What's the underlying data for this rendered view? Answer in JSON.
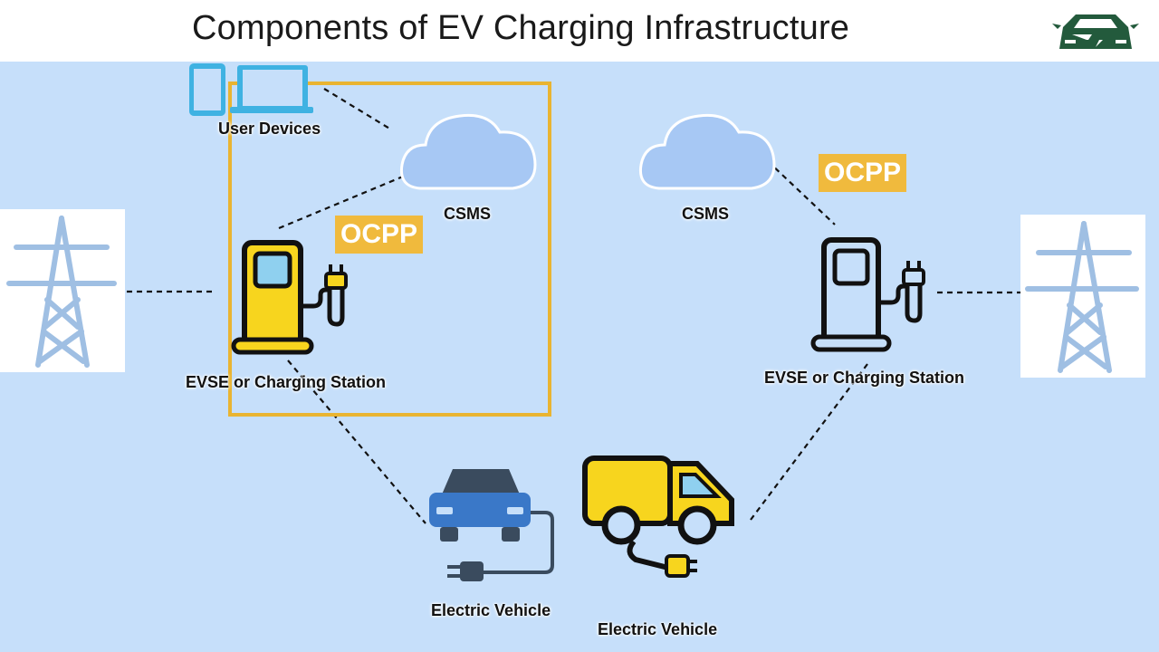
{
  "header": {
    "title": "Components of EV Charging Infrastructure",
    "logo_icon": "ev-car-bolt-icon"
  },
  "left": {
    "devices_label": "User Devices",
    "csms_label": "CSMS",
    "ocpp_label": "OCPP",
    "station_label": "EVSE or Charging Station",
    "vehicle_label": "Electric Vehicle"
  },
  "right": {
    "csms_label": "CSMS",
    "ocpp_label": "OCPP",
    "station_label": "EVSE or Charging Station",
    "vehicle_label": "Electric Vehicle"
  },
  "colors": {
    "background": "#c6dffa",
    "highlight": "#e9b431",
    "ocpp_badge": "#f0ba3d",
    "station_yellow": "#f7d51e",
    "car_blue": "#3a78c8",
    "tower": "#9fbfe3",
    "logo_green": "#235a3c"
  }
}
